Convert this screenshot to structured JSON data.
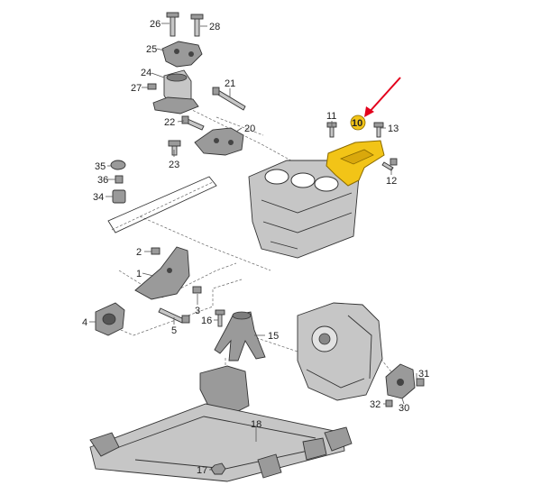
{
  "diagram": {
    "labels": {
      "p1": "1",
      "p2": "2",
      "p3": "3",
      "p4": "4",
      "p5": "5",
      "p10": "10",
      "p11": "11",
      "p12": "12",
      "p13": "13",
      "p15": "15",
      "p16": "16",
      "p17": "17",
      "p18": "18",
      "p20": "20",
      "p21": "21",
      "p22": "22",
      "p23": "23",
      "p24": "24",
      "p25": "25",
      "p26": "26",
      "p27": "27",
      "p28": "28",
      "p30": "30",
      "p31": "31",
      "p32": "32",
      "p34": "34",
      "p35": "35",
      "p36": "36"
    },
    "highlight_part": "10",
    "colors": {
      "highlight_fill": "#f2c417",
      "highlight_stroke": "#8a6a00",
      "arrow": "#e3001b",
      "part_gray": "#9a9a9a"
    }
  }
}
